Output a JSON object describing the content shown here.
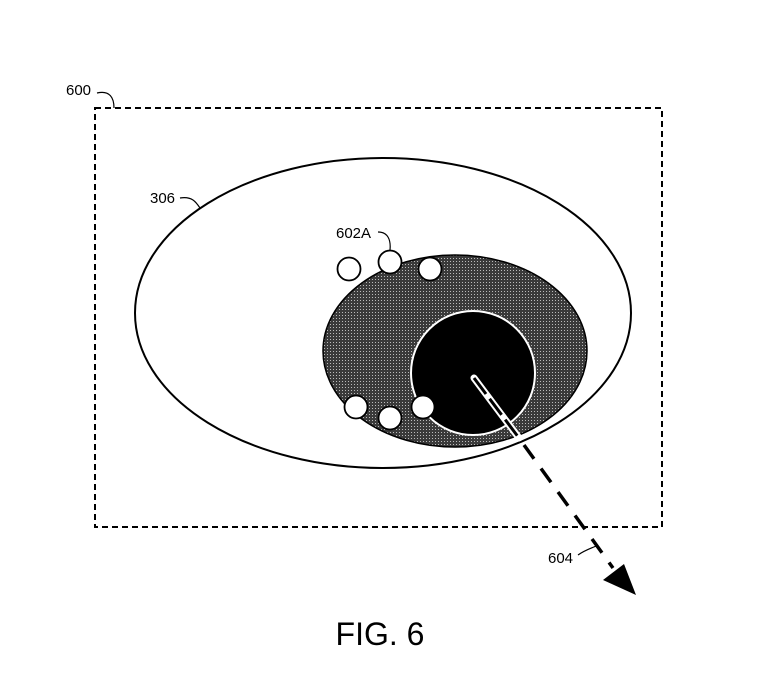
{
  "labels": {
    "frame": "600",
    "outer_region": "306",
    "markers": "602A",
    "direction": "604"
  },
  "caption": "FIG. 6",
  "colors": {
    "line": "#000000",
    "shaded_region": "#555555",
    "core": "#000000"
  }
}
